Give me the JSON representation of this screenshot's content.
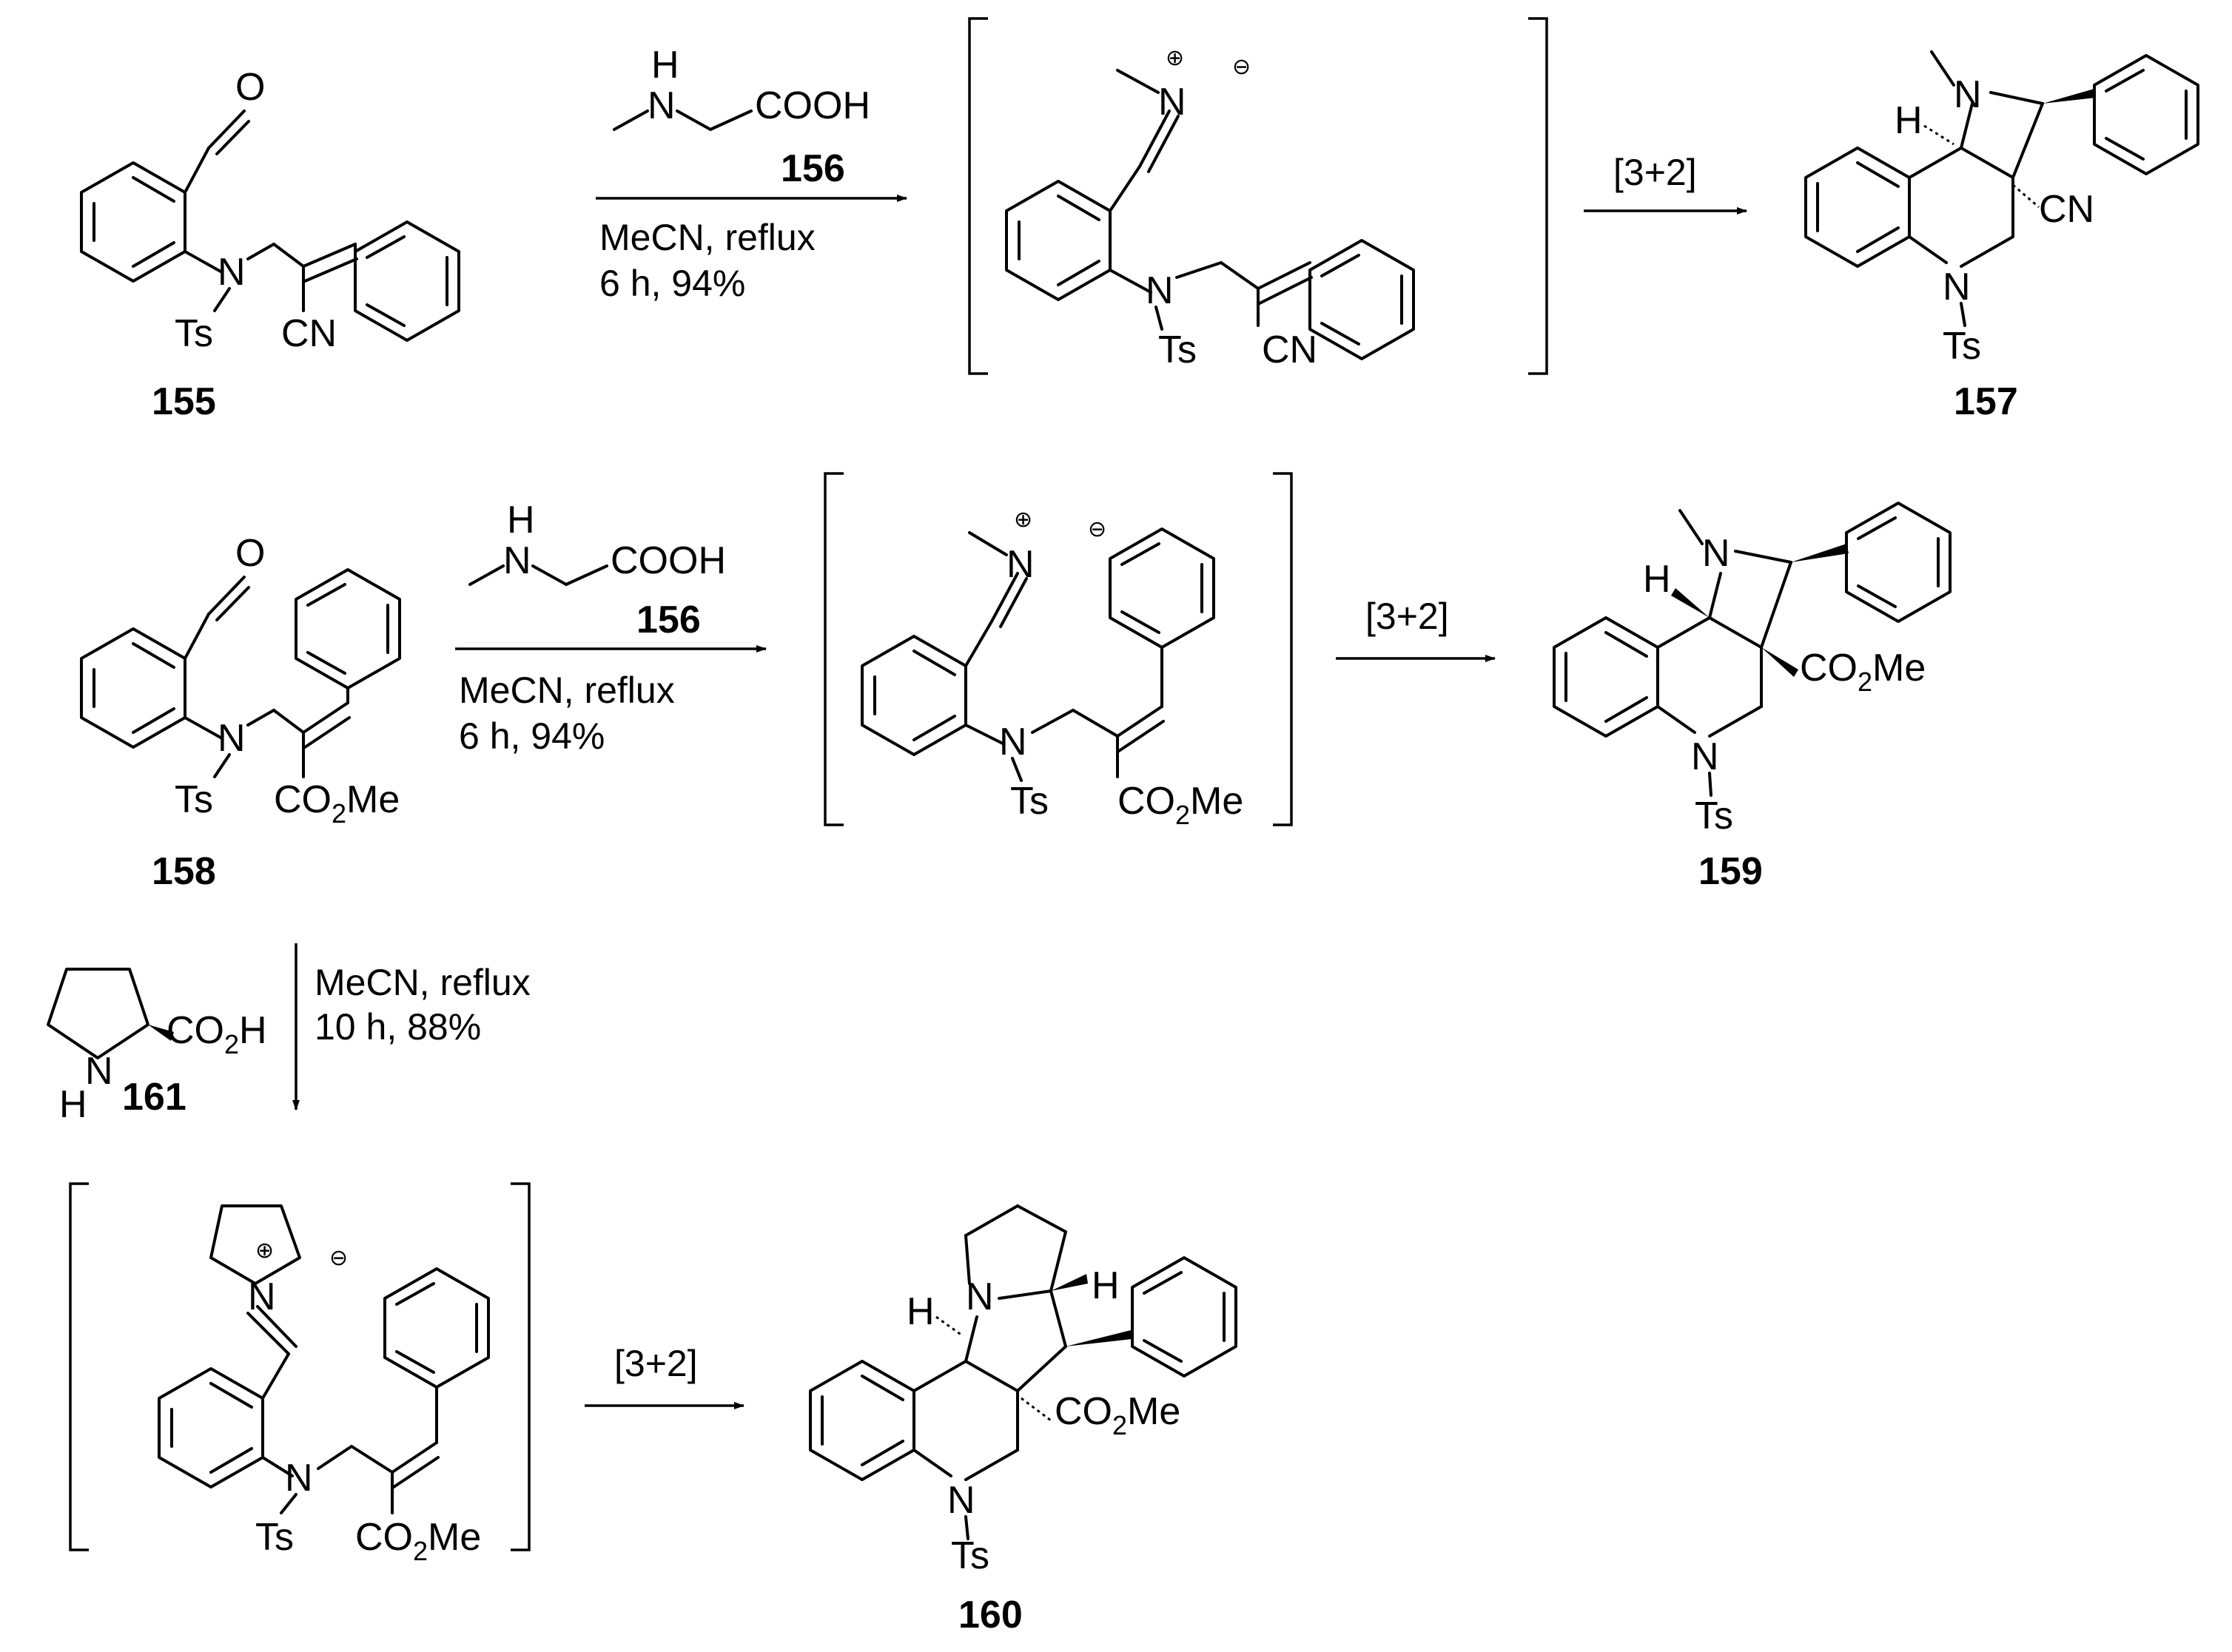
{
  "compounds": {
    "c155": "155",
    "c156": "156",
    "c157": "157",
    "c158": "158",
    "c159": "159",
    "c160": "160",
    "c161": "161"
  },
  "atoms": {
    "O": "O",
    "N": "N",
    "H": "H",
    "Ts": "Ts",
    "CN": "CN",
    "COOH": "COOH",
    "CO2Me": "CO₂Me",
    "CO2H": "CO₂H",
    "CO": "CO",
    "Me": "Me",
    "two": "2"
  },
  "conditions": {
    "row1_solvent": "MeCN, reflux",
    "row1_time_yield": "6 h, 94%",
    "row2_solvent": "MeCN, reflux",
    "row2_time_yield": "6 h, 94%",
    "row3_solvent": "MeCN, reflux",
    "row3_time_yield": "10 h, 88%",
    "cycloaddition": "[3+2]"
  },
  "charges": {
    "plus": "⊕",
    "minus": "⊖"
  }
}
